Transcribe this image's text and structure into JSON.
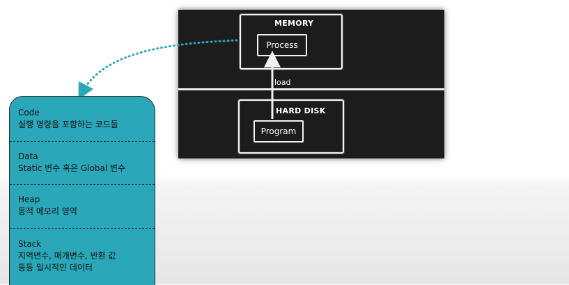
{
  "diagram": {
    "memory_title": "MEMORY",
    "process_label": "Process",
    "load_label": "load",
    "disk_title": "HARD DISK",
    "program_label": "Program"
  },
  "segments": [
    {
      "title": "Code",
      "lines": [
        "실행 명령을 포함하는 코드들"
      ]
    },
    {
      "title": "Data",
      "lines": [
        "Static 변수 혹은 Global 변수"
      ]
    },
    {
      "title": "Heap",
      "lines": [
        "동적 메모리 영역"
      ]
    },
    {
      "title": "Stack",
      "lines": [
        "지역변수, 매개변수, 반환 값",
        "등등 일시적인 데이터"
      ]
    }
  ],
  "colors": {
    "board": "#1c1c1c",
    "chalk": "#f2f2f2",
    "segment_fill": "#2aa7b8",
    "dotted_arrow": "#2aa7b8"
  }
}
